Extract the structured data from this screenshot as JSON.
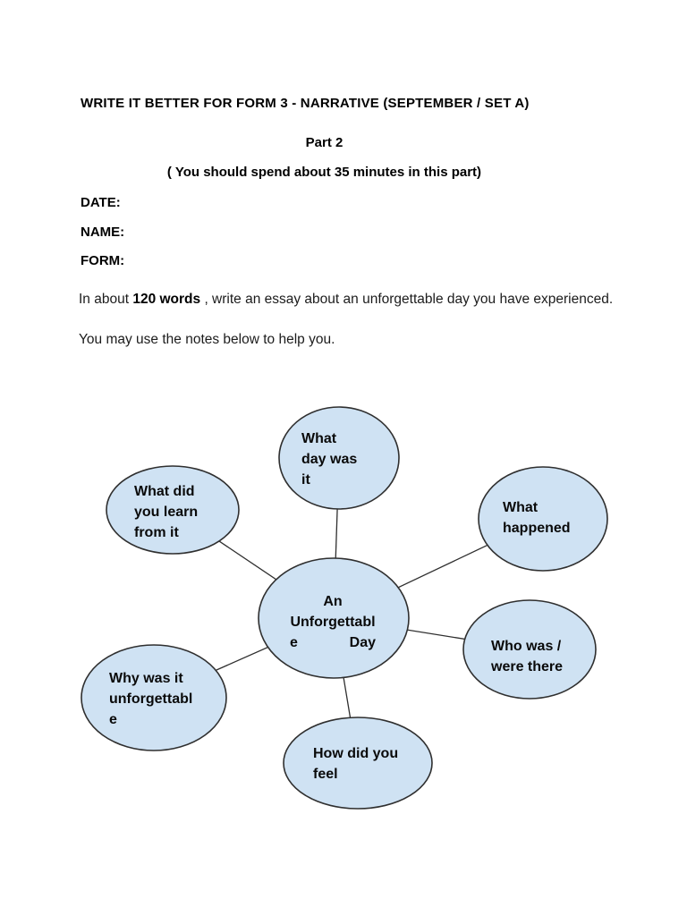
{
  "document": {
    "title": "WRITE IT BETTER FOR FORM 3 - NARRATIVE (SEPTEMBER / SET A)",
    "part_heading": "Part 2",
    "time_note": "( You should spend about 35 minutes in this part)",
    "fields": {
      "date_label": "DATE:",
      "name_label": "NAME:",
      "form_label": "FORM:"
    },
    "instruction": {
      "prefix": "In about ",
      "bold": "120 words",
      "suffix": " , write an essay about an unforgettable day you have experienced."
    },
    "note": "You may use the notes below to help you."
  },
  "diagram": {
    "type": "mind-map",
    "node_fill": "#cfe2f3",
    "node_stroke": "#2f2f2f",
    "connector_color": "#2f2f2f",
    "center": {
      "id": "an-unforgettable-day",
      "lines": [
        "An",
        "Unforgettabl",
        "e",
        "Day"
      ]
    },
    "nodes": [
      {
        "id": "what-day-was-it",
        "lines": [
          "What",
          "day was",
          "it"
        ]
      },
      {
        "id": "what-did-you-learn",
        "lines": [
          "What did",
          "you learn",
          "from it"
        ]
      },
      {
        "id": "what-happened",
        "lines": [
          "What",
          "happened"
        ]
      },
      {
        "id": "who-was-were-there",
        "lines": [
          "Who was /",
          "were there"
        ]
      },
      {
        "id": "why-was-it-unforgettable",
        "lines": [
          "Why was it",
          "unforgettabl",
          "e"
        ]
      },
      {
        "id": "how-did-you-feel",
        "lines": [
          "How did you",
          "feel"
        ]
      }
    ]
  }
}
